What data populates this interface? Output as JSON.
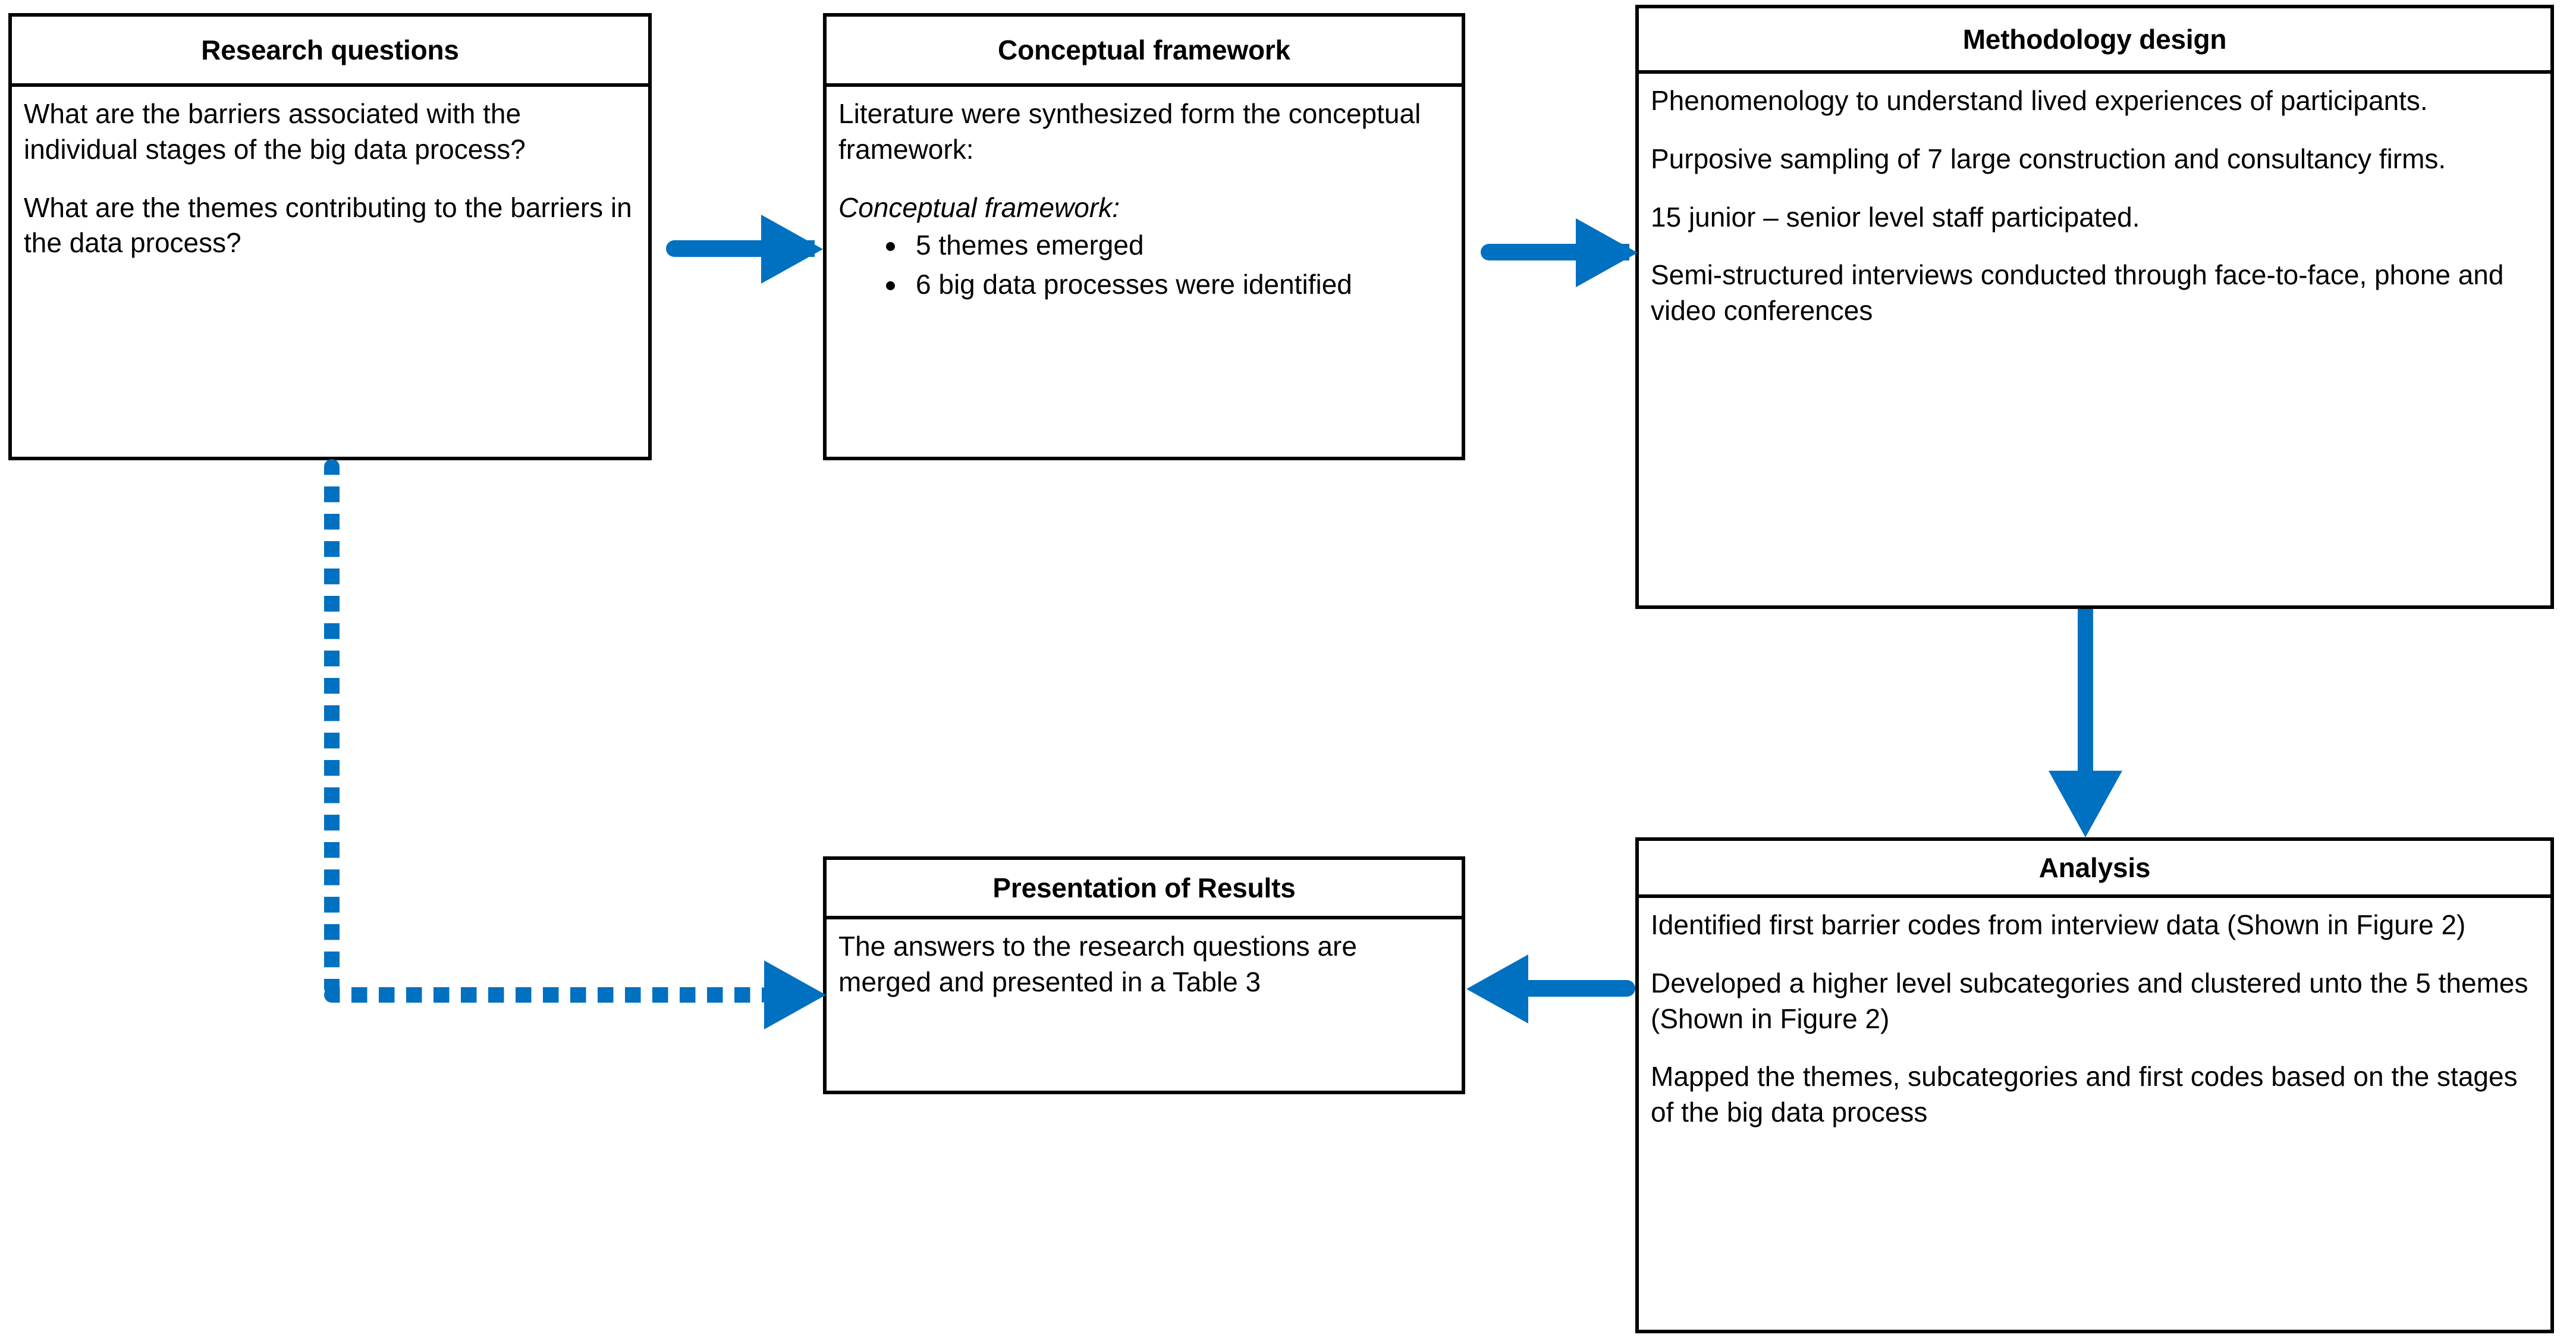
{
  "diagram": {
    "type": "flowchart",
    "accent_color": "#0070c0",
    "border_color": "#000000",
    "background_color": "#ffffff",
    "nodes": [
      {
        "id": "research-questions",
        "title": "Research questions",
        "paragraphs": [
          "What are the barriers associated with the individual stages of the big data process?",
          "What are the themes contributing to the barriers in the data process?"
        ]
      },
      {
        "id": "conceptual-framework",
        "title": "Conceptual framework",
        "intro": "Literature were synthesized form the conceptual framework:",
        "subheading": "Conceptual framework:",
        "bullets": [
          "5 themes emerged",
          "6 big data processes were identified"
        ]
      },
      {
        "id": "methodology-design",
        "title": "Methodology design",
        "paragraphs": [
          "Phenomenology to understand lived experiences of participants.",
          "Purposive sampling of 7 large construction and consultancy firms.",
          "15 junior – senior level staff participated.",
          "Semi-structured interviews conducted through face-to-face, phone and video conferences"
        ]
      },
      {
        "id": "analysis",
        "title": "Analysis",
        "paragraphs": [
          "Identified first barrier codes  from interview data (Shown in Figure 2)",
          "Developed a higher level subcategories and clustered unto the 5 themes (Shown in Figure 2)",
          "Mapped the themes, subcategories and first codes based on the stages of the big data process"
        ]
      },
      {
        "id": "presentation-results",
        "title": "Presentation of Results",
        "paragraphs": [
          "The answers to the research questions are merged and presented in a Table 3"
        ]
      }
    ],
    "connectors": [
      {
        "id": "rq-to-cf",
        "from": "research-questions",
        "to": "conceptual-framework",
        "style": "solid",
        "direction": "right"
      },
      {
        "id": "cf-to-md",
        "from": "conceptual-framework",
        "to": "methodology-design",
        "style": "solid",
        "direction": "right"
      },
      {
        "id": "md-to-an",
        "from": "methodology-design",
        "to": "analysis",
        "style": "solid",
        "direction": "down"
      },
      {
        "id": "an-to-pr",
        "from": "analysis",
        "to": "presentation-results",
        "style": "solid",
        "direction": "left"
      },
      {
        "id": "rq-to-pr",
        "from": "research-questions",
        "to": "presentation-results",
        "style": "dashed",
        "direction": "right"
      }
    ]
  }
}
